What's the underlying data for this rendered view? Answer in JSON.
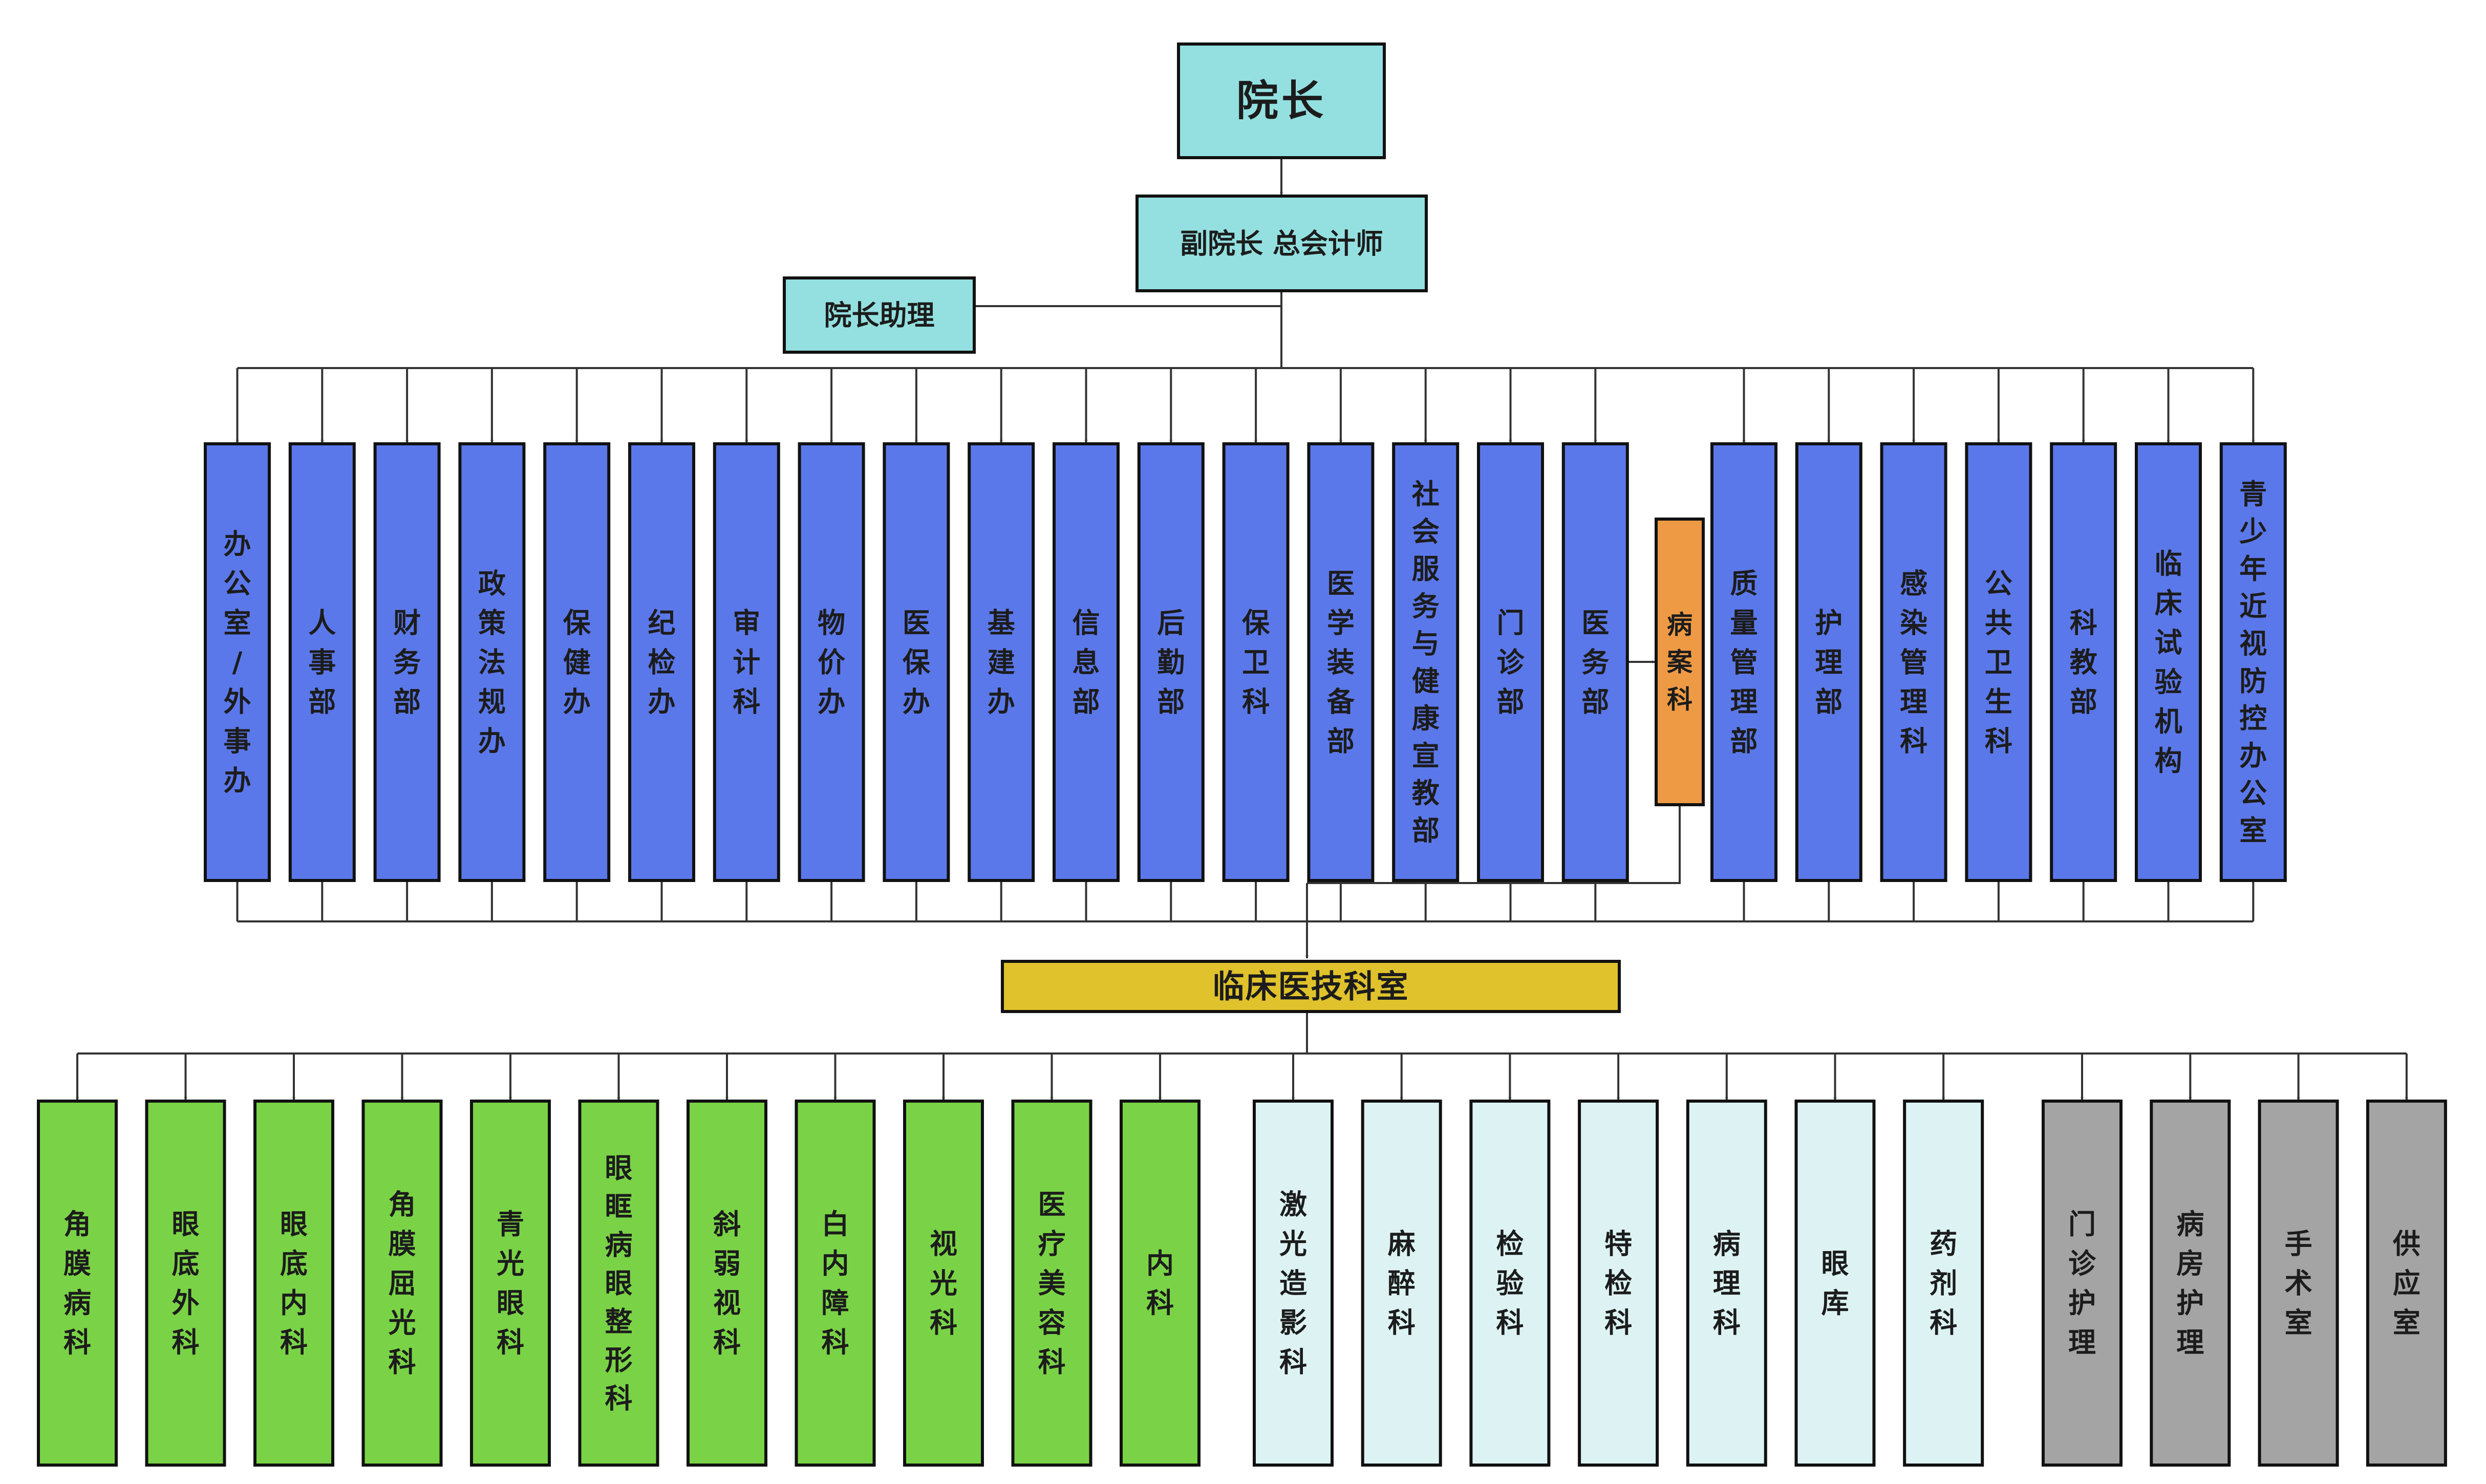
{
  "colors": {
    "top": "#94E0E0",
    "admin": "#5B78EA",
    "records": "#EE9A45",
    "hub": "#DFC22C",
    "clinical": "#7AD346",
    "tech": "#DDF3F3",
    "nursing": "#A4A4A4",
    "line": "#333333"
  },
  "top": {
    "director": "院长",
    "vice": "副院长 总会计师",
    "assistant": "院长助理"
  },
  "admin_departments": [
    "办公室/外事办",
    "人事部",
    "财务部",
    "政策法规办",
    "保健办",
    "纪检办",
    "审计科",
    "物价办",
    "医保办",
    "基建办",
    "信息部",
    "后勤部",
    "保卫科",
    "医学装备部",
    "社会服务与健康宣教部",
    "门诊部",
    "医务部",
    "质量管理部",
    "护理部",
    "感染管理科",
    "公共卫生科",
    "科教部",
    "临床试验机构",
    "青少年近视防控办公室"
  ],
  "records_office": "病案科",
  "hub": "临床医技科室",
  "clinical_departments": [
    "角膜病科",
    "眼底外科",
    "眼底内科",
    "角膜屈光科",
    "青光眼科",
    "眼眶病眼整形科",
    "斜弱视科",
    "白内障科",
    "视光科",
    "医疗美容科",
    "内科"
  ],
  "tech_departments": [
    "激光造影科",
    "麻醉科",
    "检验科",
    "特检科",
    "病理科",
    "眼库",
    "药剂科"
  ],
  "nursing_units": [
    "门诊护理",
    "病房护理",
    "手术室",
    "供应室"
  ]
}
